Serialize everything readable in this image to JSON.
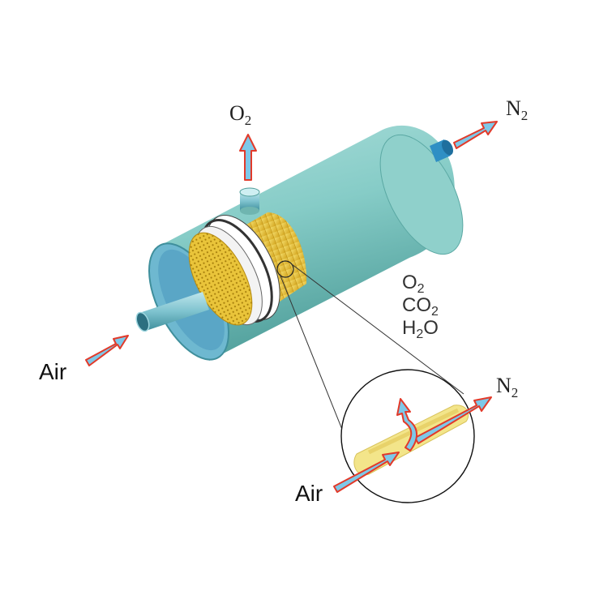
{
  "labels": {
    "o2_top": {
      "main": "O",
      "sub": "2"
    },
    "n2_top": {
      "main": "N",
      "sub": "2"
    },
    "air_left": "Air",
    "permeate": [
      {
        "main": "O",
        "sub": "2",
        "tail": ""
      },
      {
        "main": "CO",
        "sub": "2",
        "tail": ""
      },
      {
        "main": "H",
        "sub": "2",
        "tail": "O"
      }
    ],
    "n2_detail": {
      "main": "N",
      "sub": "2"
    },
    "air_detail": "Air"
  },
  "colors": {
    "shell": "#7fc7c2",
    "shell_dark": "#4f9e9a",
    "fiber": "#e6c23a",
    "arrow_fill": "#7ec8e8",
    "arrow_outline": "#e23a2a",
    "outlet": "#2f8fc4"
  }
}
